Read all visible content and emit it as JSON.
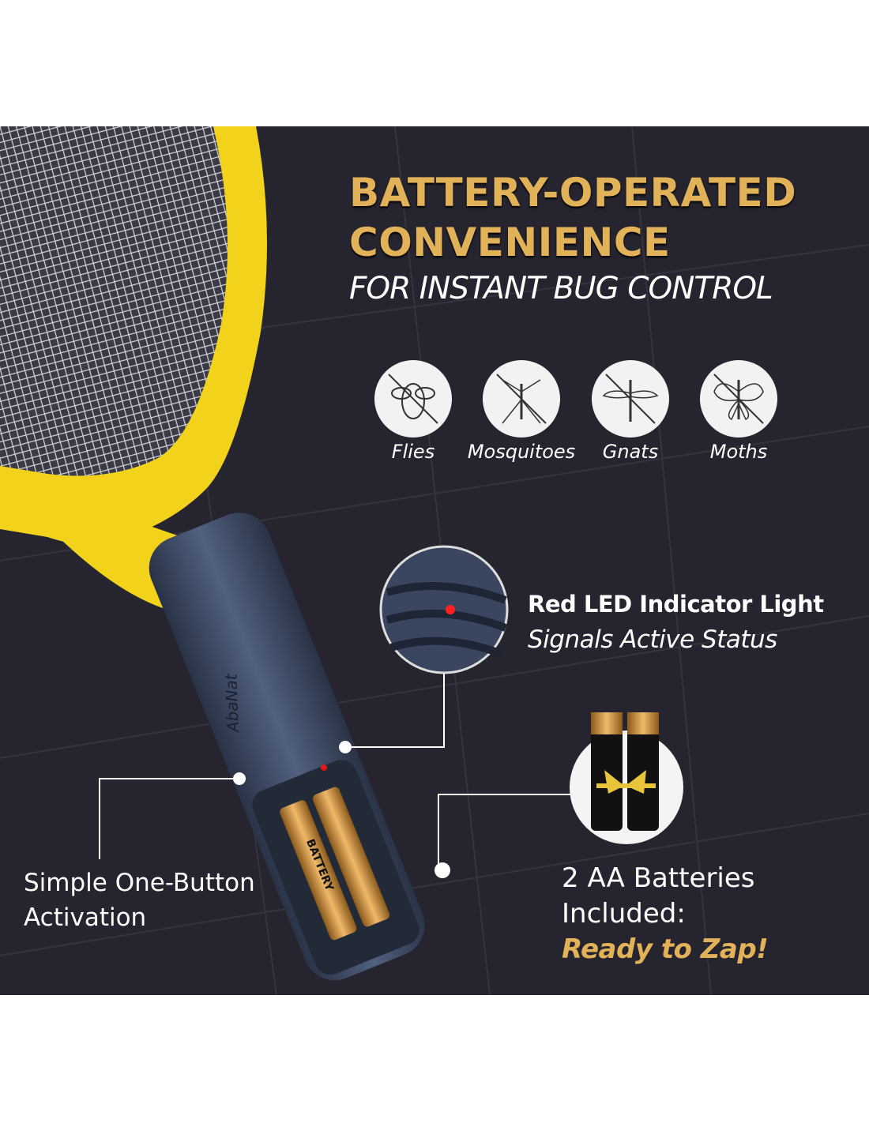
{
  "headline": {
    "line1": "BATTERY-OPERATED",
    "line2": "CONVENIENCE",
    "line3": "FOR INSTANT BUG CONTROL"
  },
  "bugs": [
    {
      "label": "Flies",
      "icon": "fly-crossed-icon"
    },
    {
      "label": "Mosquitoes",
      "icon": "mosquito-crossed-icon"
    },
    {
      "label": "Gnats",
      "icon": "gnat-crossed-icon"
    },
    {
      "label": "Moths",
      "icon": "moth-crossed-icon"
    }
  ],
  "callouts": {
    "led": {
      "title": "Red LED Indicator Light",
      "subtitle": "Signals  Active Status"
    },
    "button": {
      "line1": "Simple One-Button",
      "line2": "Activation"
    },
    "batteries": {
      "line1": "2 AA Batteries",
      "line2": "Included:",
      "highlight": "Ready to Zap!"
    }
  },
  "product": {
    "brand_logo": "AbaNat",
    "battery_label": "BATTERY"
  },
  "colors": {
    "background": "#25242f",
    "gold": "#e2b258",
    "yellow": "#f2d21b",
    "handle": "#3d4a66"
  }
}
